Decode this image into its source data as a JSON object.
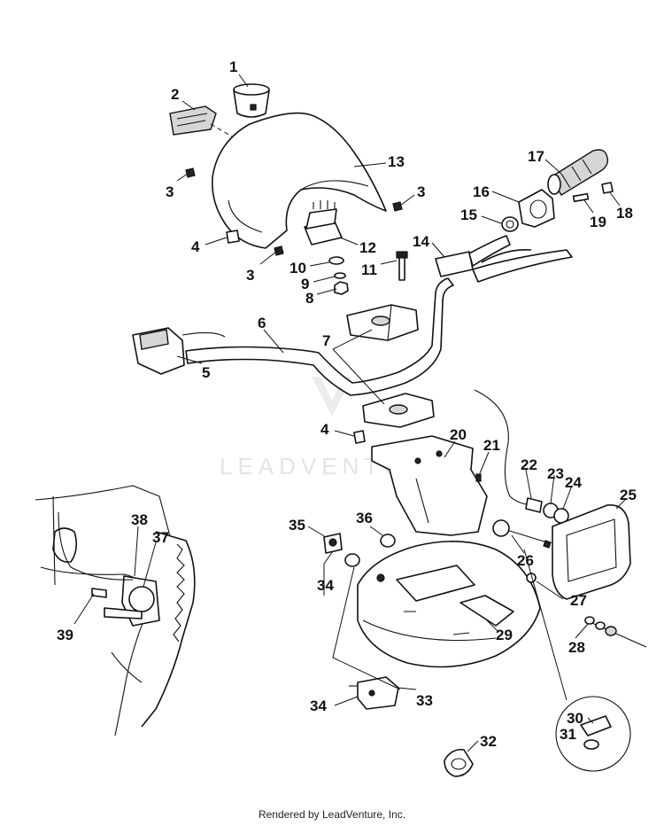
{
  "watermark": "LEADVENTURE",
  "footer": "Rendered by LeadVenture, Inc.",
  "callouts": [
    "1",
    "2",
    "3",
    "3",
    "3",
    "4",
    "4",
    "5",
    "6",
    "7",
    "8",
    "9",
    "10",
    "11",
    "12",
    "13",
    "14",
    "15",
    "16",
    "17",
    "18",
    "19",
    "20",
    "21",
    "22",
    "23",
    "24",
    "25",
    "26",
    "27",
    "28",
    "29",
    "30",
    "31",
    "32",
    "33",
    "34",
    "34",
    "35",
    "36",
    "37",
    "38",
    "39"
  ],
  "colors": {
    "line": "#111111",
    "background": "#ffffff",
    "watermark": "#e4e4e4"
  }
}
